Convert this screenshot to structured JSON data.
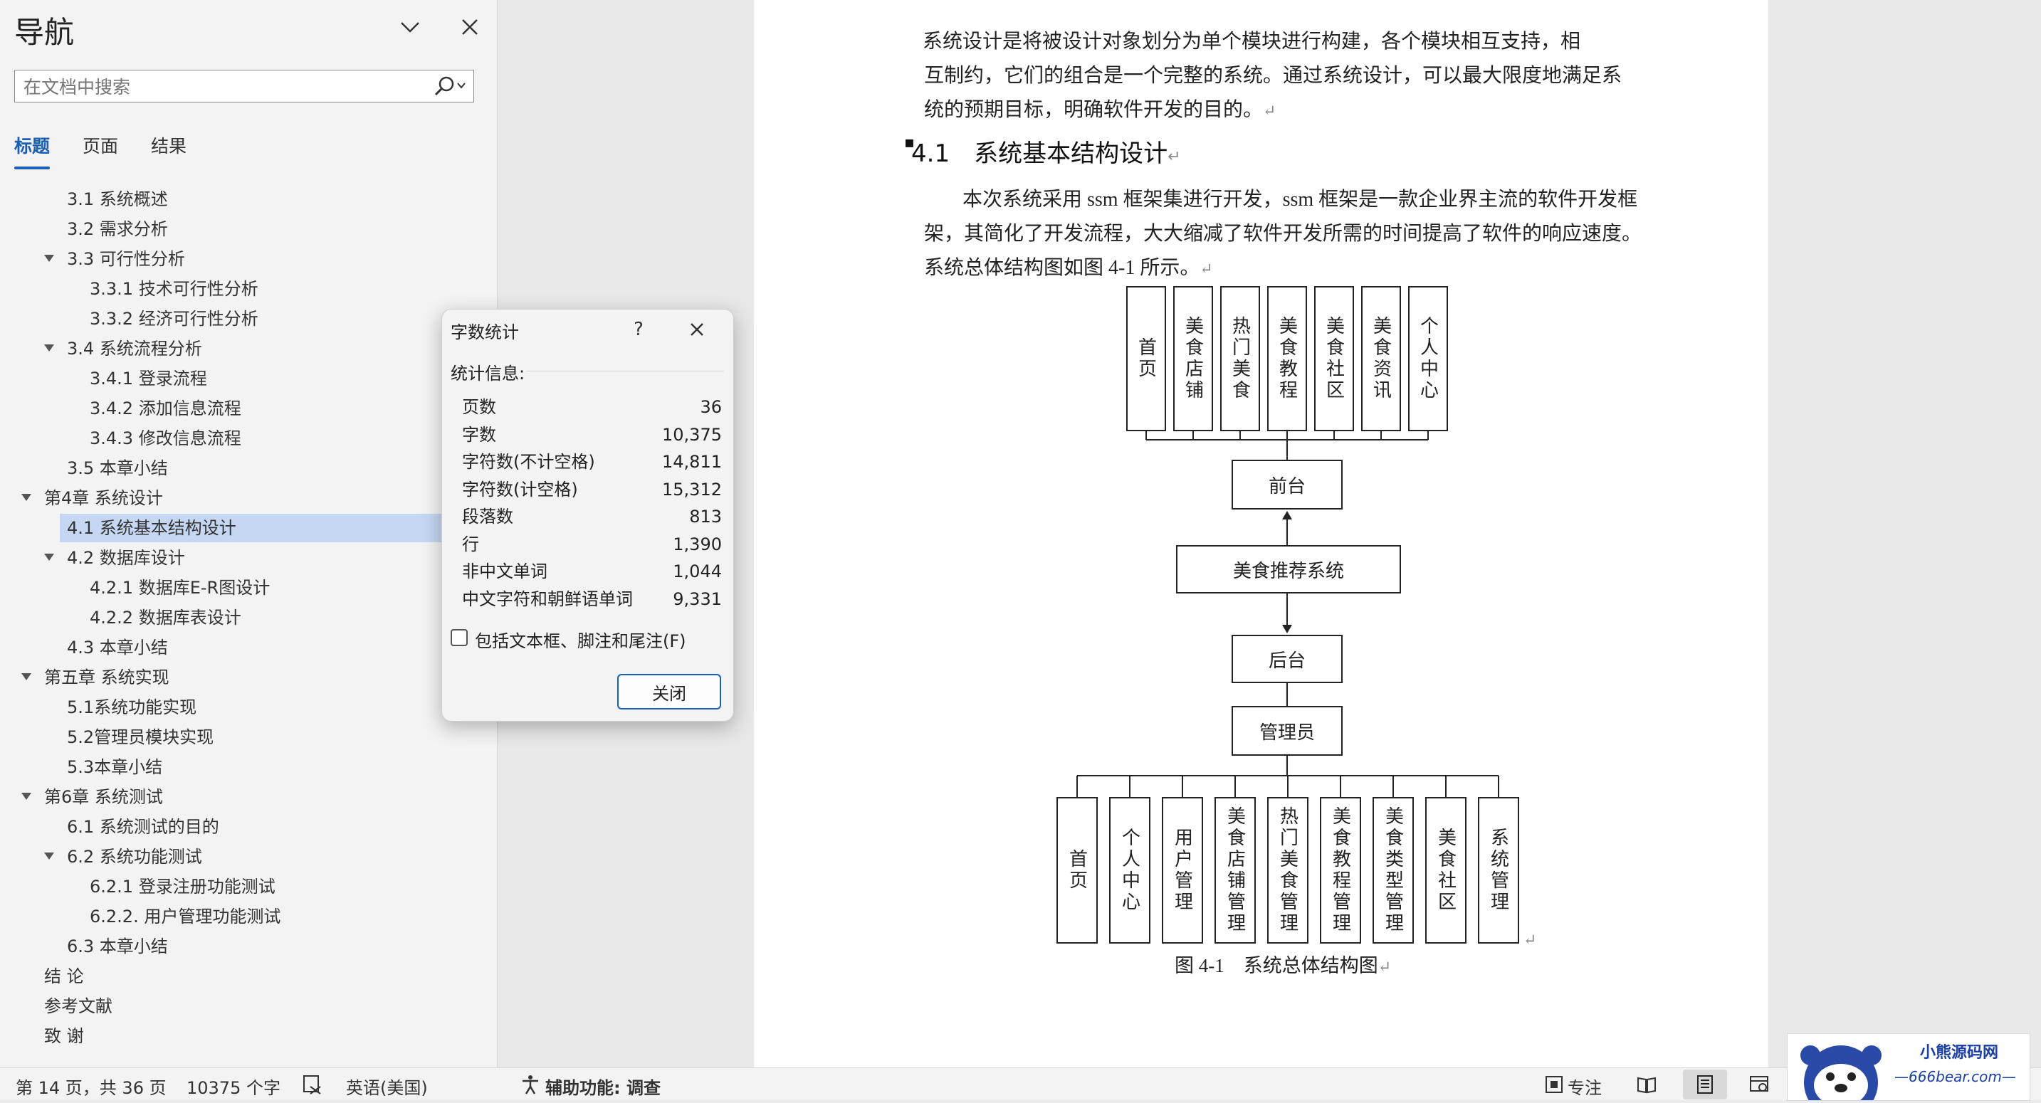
{
  "nav": {
    "title": "导航",
    "search_placeholder": "在文档中搜索",
    "tabs": [
      {
        "label": "标题",
        "active": true
      },
      {
        "label": "页面",
        "active": false
      },
      {
        "label": "结果",
        "active": false
      }
    ],
    "headings": [
      {
        "label": "3.1 系统概述",
        "level": 2,
        "expander": false
      },
      {
        "label": "3.2 需求分析",
        "level": 2,
        "expander": false
      },
      {
        "label": "3.3 可行性分析",
        "level": 2,
        "expander": true
      },
      {
        "label": "3.3.1 技术可行性分析",
        "level": 3,
        "expander": false
      },
      {
        "label": "3.3.2 经济可行性分析",
        "level": 3,
        "expander": false
      },
      {
        "label": "3.4 系统流程分析",
        "level": 2,
        "expander": true
      },
      {
        "label": "3.4.1 登录流程",
        "level": 3,
        "expander": false
      },
      {
        "label": "3.4.2 添加信息流程",
        "level": 3,
        "expander": false
      },
      {
        "label": "3.4.3 修改信息流程",
        "level": 3,
        "expander": false
      },
      {
        "label": "3.5 本章小结",
        "level": 2,
        "expander": false
      },
      {
        "label": "第4章 系统设计",
        "level": 1,
        "expander": true
      },
      {
        "label": "4.1 系统基本结构设计",
        "level": 2,
        "expander": false,
        "selected": true
      },
      {
        "label": "4.2 数据库设计",
        "level": 2,
        "expander": true
      },
      {
        "label": "4.2.1 数据库E-R图设计",
        "level": 3,
        "expander": false
      },
      {
        "label": "4.2.2 数据库表设计",
        "level": 3,
        "expander": false
      },
      {
        "label": "4.3 本章小结",
        "level": 2,
        "expander": false
      },
      {
        "label": "第五章 系统实现",
        "level": 1,
        "expander": true
      },
      {
        "label": "5.1系统功能实现",
        "level": 2,
        "expander": false
      },
      {
        "label": "5.2管理员模块实现",
        "level": 2,
        "expander": false
      },
      {
        "label": "5.3本章小结",
        "level": 2,
        "expander": false
      },
      {
        "label": "第6章 系统测试",
        "level": 1,
        "expander": true
      },
      {
        "label": "6.1 系统测试的目的",
        "level": 2,
        "expander": false
      },
      {
        "label": "6.2 系统功能测试",
        "level": 2,
        "expander": true
      },
      {
        "label": "6.2.1 登录注册功能测试",
        "level": 3,
        "expander": false
      },
      {
        "label": "6.2.2. 用户管理功能测试",
        "level": 3,
        "expander": false
      },
      {
        "label": "6.3 本章小结",
        "level": 2,
        "expander": false
      },
      {
        "label": "结 论",
        "level": 1,
        "expander": false
      },
      {
        "label": "参考文献",
        "level": 1,
        "expander": false
      },
      {
        "label": "致 谢",
        "level": 1,
        "expander": false
      }
    ]
  },
  "document": {
    "para1": [
      "系统设计是将被设计对象划分为单个模块进行构建，各个模块相互支持，相",
      "互制约，它们的组合是一个完整的系统。通过系统设计，可以最大限度地满足系",
      "统的预期目标，明确软件开发的目的。"
    ],
    "heading": "4.1　系统基本结构设计",
    "para2": [
      "本次系统采用 ssm 框架集进行开发，ssm 框架是一款企业界主流的软件开发框",
      "架，其简化了开发流程，大大缩减了软件开发所需的时间提高了软件的响应速度。",
      "系统总体结构图如图 4-1 所示。"
    ],
    "figure": {
      "top_modules": [
        "首页",
        "美食店铺",
        "热门美食",
        "美食教程",
        "美食社区",
        "美食资讯",
        "个人中心"
      ],
      "front": "前台",
      "system": "美食推荐系统",
      "back": "后台",
      "admin": "管理员",
      "bottom_modules": [
        "首页",
        "个人中心",
        "用户管理",
        "美食店铺管理",
        "热门美食管理",
        "美食教程管理",
        "美食类型管理",
        "美食社区",
        "系统管理"
      ],
      "caption": "图 4-1　系统总体结构图"
    }
  },
  "dialog": {
    "title": "字数统计",
    "help": "?",
    "section": "统计信息:",
    "stats": [
      {
        "label": "页数",
        "value": "36"
      },
      {
        "label": "字数",
        "value": "10,375"
      },
      {
        "label": "字符数(不计空格)",
        "value": "14,811"
      },
      {
        "label": "字符数(计空格)",
        "value": "15,312"
      },
      {
        "label": "段落数",
        "value": "813"
      },
      {
        "label": "行",
        "value": "1,390"
      },
      {
        "label": "非中文单词",
        "value": "1,044"
      },
      {
        "label": "中文字符和朝鲜语单词",
        "value": "9,331"
      }
    ],
    "checkbox_label": "包括文本框、脚注和尾注(F)",
    "checkbox_checked": false,
    "close_button": "关闭"
  },
  "status": {
    "page": "第 14 页，共 36 页",
    "words": "10375 个字",
    "language": "英语(美国)",
    "accessibility": "辅助功能: 调查",
    "focus": "专注"
  },
  "watermark": {
    "name": "小熊源码网",
    "url": "—666bear.com—"
  },
  "colors": {
    "accent": "#1a5fb4",
    "selection": "#c5d7f2"
  }
}
